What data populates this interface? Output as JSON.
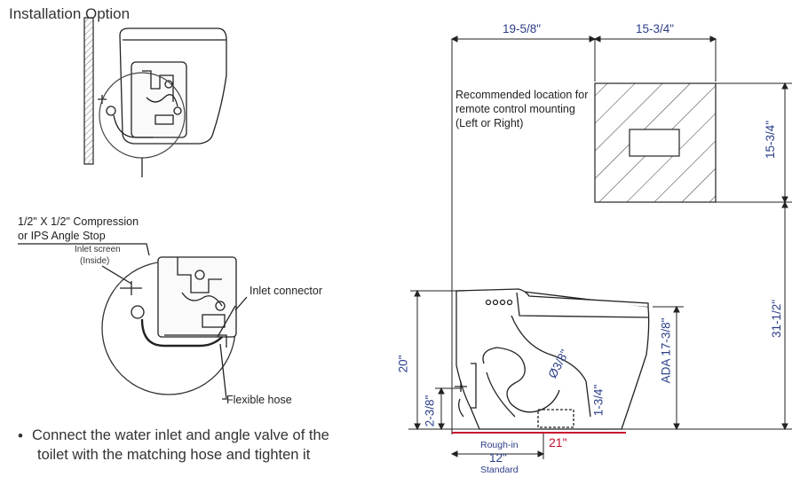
{
  "title": "Installation Option",
  "left_labels": {
    "angle_stop_line1": "1/2\" X 1/2\" Compression",
    "angle_stop_line2": "or IPS Angle Stop",
    "inlet_screen_line1": "Inlet screen",
    "inlet_screen_line2": "(Inside)",
    "inlet_connector": "Inlet connector",
    "flexible_hose": "Flexible hose"
  },
  "instruction": {
    "bullet": "•",
    "line1": "Connect the water inlet and angle valve of the",
    "line2": "toilet with the matching hose and tighten it"
  },
  "remote_note": {
    "line1": "Recommended location for",
    "line2": "remote control mounting",
    "line3": "(Left or Right)"
  },
  "dimensions": {
    "remote_offset": "19-5/8\"",
    "remote_width": "15-3/4\"",
    "remote_height": "15-3/4\"",
    "remote_elevation": "31-1/2\"",
    "ada_height": "ADA 17-3/8\"",
    "toilet_height": "20\"",
    "inlet_height": "2-3/8\"",
    "outlet_height": "1-3/4\"",
    "trap_diameter": "Ø3/8\"",
    "length": "21\"",
    "rough_in_label": "Rough-in",
    "rough_in": "12\"",
    "rough_in_standard": "Standard"
  },
  "colors": {
    "dimension_text": "#2c3e8a",
    "length_highlight": "#c8102e",
    "line": "#222222"
  }
}
